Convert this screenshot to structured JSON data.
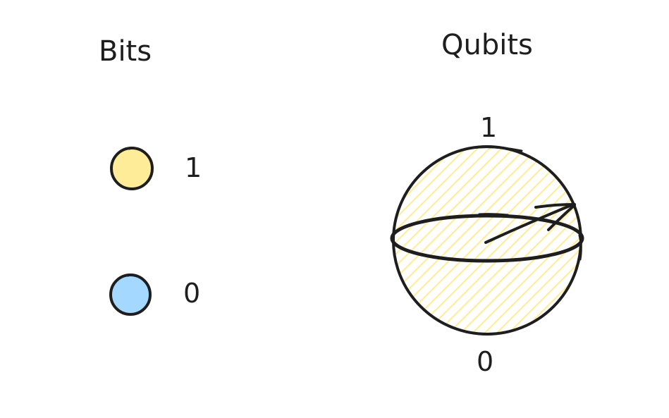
{
  "bits": {
    "title": "Bits",
    "one_label": "1",
    "zero_label": "0"
  },
  "qubits": {
    "title": "Qubits",
    "top_label": "1",
    "bottom_label": "0"
  },
  "colors": {
    "ink": "#1e1e1e",
    "bit_one_fill": "#ffec99",
    "bit_zero_fill": "#a5d8ff",
    "sphere_hatch": "#ffec99",
    "background": "#ffffff"
  }
}
